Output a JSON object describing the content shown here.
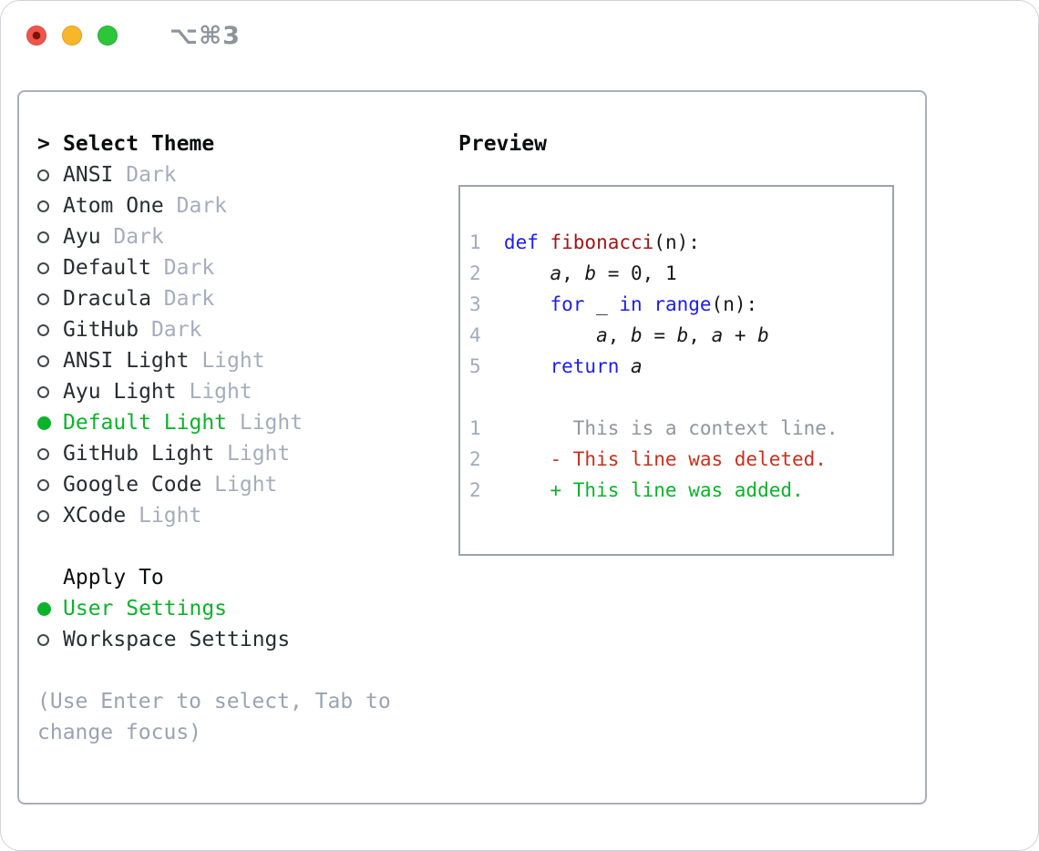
{
  "window": {
    "title": "⌥⌘3"
  },
  "titlebar": {
    "buttons": [
      {
        "name": "close-button",
        "color": "#f1544a"
      },
      {
        "name": "minimize-button",
        "color": "#f8b62a"
      },
      {
        "name": "zoom-button",
        "color": "#2dc53a"
      }
    ]
  },
  "theme_panel": {
    "header": {
      "marker": ">",
      "label": "Select Theme"
    },
    "themes": [
      {
        "name": "ANSI",
        "tag": "Dark",
        "selected": false
      },
      {
        "name": "Atom One",
        "tag": "Dark",
        "selected": false
      },
      {
        "name": "Ayu",
        "tag": "Dark",
        "selected": false
      },
      {
        "name": "Default",
        "tag": "Dark",
        "selected": false
      },
      {
        "name": "Dracula",
        "tag": "Dark",
        "selected": false
      },
      {
        "name": "GitHub",
        "tag": "Dark",
        "selected": false
      },
      {
        "name": "ANSI Light",
        "tag": "Light",
        "selected": false
      },
      {
        "name": "Ayu Light",
        "tag": "Light",
        "selected": false
      },
      {
        "name": "Default Light",
        "tag": "Light",
        "selected": true
      },
      {
        "name": "GitHub Light",
        "tag": "Light",
        "selected": false
      },
      {
        "name": "Google Code",
        "tag": "Light",
        "selected": false
      },
      {
        "name": "XCode",
        "tag": "Light",
        "selected": false
      }
    ],
    "apply_to": {
      "label": "Apply To",
      "options": [
        {
          "name": "User Settings",
          "selected": true
        },
        {
          "name": "Workspace Settings",
          "selected": false
        }
      ]
    },
    "hint": "(Use Enter to select, Tab to change focus)"
  },
  "preview": {
    "label": "Preview",
    "code_lines": [
      {
        "num": "1",
        "tokens": [
          {
            "t": "def ",
            "c": "kw"
          },
          {
            "t": "fibonacci",
            "c": "fn"
          },
          {
            "t": "(n):",
            "c": "pl"
          }
        ]
      },
      {
        "num": "2",
        "tokens": [
          {
            "t": "    ",
            "c": "pl"
          },
          {
            "t": "a",
            "c": "var"
          },
          {
            "t": ", ",
            "c": "pl"
          },
          {
            "t": "b",
            "c": "var"
          },
          {
            "t": " = 0, 1",
            "c": "pl"
          }
        ]
      },
      {
        "num": "3",
        "tokens": [
          {
            "t": "    ",
            "c": "pl"
          },
          {
            "t": "for",
            "c": "kw"
          },
          {
            "t": " _ ",
            "c": "pl"
          },
          {
            "t": "in",
            "c": "kw"
          },
          {
            "t": " ",
            "c": "pl"
          },
          {
            "t": "range",
            "c": "kw"
          },
          {
            "t": "(n):",
            "c": "pl"
          }
        ]
      },
      {
        "num": "4",
        "tokens": [
          {
            "t": "        ",
            "c": "pl"
          },
          {
            "t": "a",
            "c": "var"
          },
          {
            "t": ", ",
            "c": "pl"
          },
          {
            "t": "b",
            "c": "var"
          },
          {
            "t": " = ",
            "c": "pl"
          },
          {
            "t": "b",
            "c": "var"
          },
          {
            "t": ", ",
            "c": "pl"
          },
          {
            "t": "a",
            "c": "var"
          },
          {
            "t": " + ",
            "c": "pl"
          },
          {
            "t": "b",
            "c": "var"
          }
        ]
      },
      {
        "num": "5",
        "tokens": [
          {
            "t": "    ",
            "c": "pl"
          },
          {
            "t": "return",
            "c": "kw"
          },
          {
            "t": " ",
            "c": "pl"
          },
          {
            "t": "a",
            "c": "var"
          }
        ]
      }
    ],
    "diff_lines": [
      {
        "num": "1",
        "tokens": [
          {
            "t": "      This is a context line.",
            "c": "ctx"
          }
        ]
      },
      {
        "num": "2",
        "tokens": [
          {
            "t": "    - This line was deleted.",
            "c": "del"
          }
        ]
      },
      {
        "num": "2",
        "tokens": [
          {
            "t": "    + This line was added.",
            "c": "add"
          }
        ]
      }
    ]
  },
  "colors": {
    "accent_green": "#0bb32a",
    "keyword_blue": "#1d1df0",
    "function_red": "#a31515",
    "deleted_red": "#c9301c",
    "added_green": "#0bb32a",
    "line_number_gray": "#a2abbd",
    "context_gray": "#8f969e",
    "tag_gray": "#a5adbc",
    "hint_gray": "#9aa3b1",
    "border_gray": "#a9b0ba"
  }
}
